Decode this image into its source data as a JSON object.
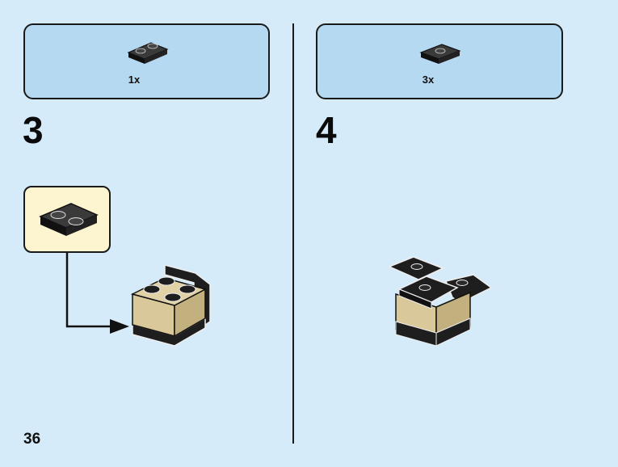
{
  "page": {
    "number": "36"
  },
  "steps": [
    {
      "number": "3",
      "parts": [
        {
          "name": "plate-1x2-black",
          "quantity": "1x"
        }
      ]
    },
    {
      "number": "4",
      "parts": [
        {
          "name": "jumper-plate-1x2-black",
          "quantity": "3x"
        }
      ]
    }
  ],
  "colors": {
    "background": "#d5ebfa",
    "parts_box": "#b6d9f2",
    "callout": "#fdf5cf",
    "brick_tan": "#d9c89a",
    "brick_black": "#1e1e1e"
  }
}
